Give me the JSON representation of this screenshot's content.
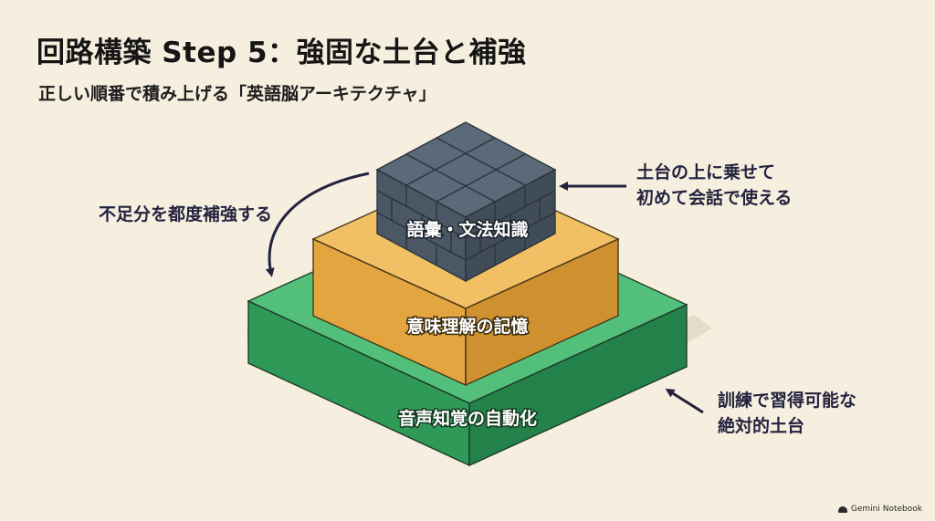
{
  "header": {
    "title": "回路構築 Step 5：強固な土台と補強",
    "subtitle": "正しい順番で積み上げる「英語脳アーキテクチャ」"
  },
  "pyramid": {
    "layers": [
      {
        "label": "語彙・文法知識",
        "color": "#4f5d6c"
      },
      {
        "label": "意味理解の記憶",
        "color": "#e6ab45"
      },
      {
        "label": "音声知覚の自動化",
        "color": "#3aa665"
      }
    ]
  },
  "annotations": {
    "reinforce": "不足分を都度補強する",
    "top_note": [
      "土台の上に乗せて",
      "初めて会話で使える"
    ],
    "bottom_note": [
      "訓練で習得可能な",
      "絶対的土台"
    ]
  },
  "watermark": "Gemini Notebook",
  "colors": {
    "background": "#f6efdf",
    "arrow": "#23233f",
    "text_dark": "#151515"
  }
}
